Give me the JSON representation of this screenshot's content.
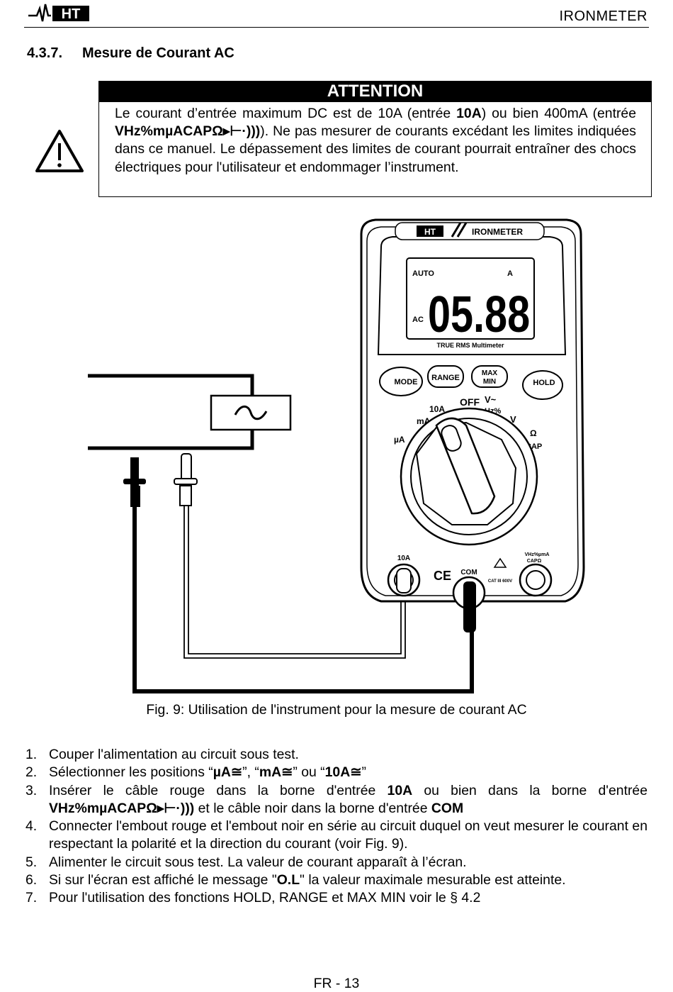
{
  "header": {
    "logo_text": "HT",
    "doc_title": "IRONMETER"
  },
  "section": {
    "number": "4.3.7.",
    "title": "Mesure de Courant AC"
  },
  "attention": {
    "title": "ATTENTION",
    "line1_a": "Le courant d’entrée maximum DC est de 10A (entrée ",
    "line1_b": "10A",
    "line1_c": ") ou bien 400mA",
    "line2_a": "(entrée ",
    "line2_b": "VHz%mµACAPΩ",
    "line2_c": "). Ne pas mesurer de courants excédant les limites indiquées dans ce manuel. Le dépassement des limites de courant pourrait entraîner des chocs électriques pour l'utilisateur et endommager l’instrument."
  },
  "figure": {
    "meter_brand": "IRONMETER",
    "logo_text": "HT",
    "display_auto": "AUTO",
    "display_ac": "AC",
    "display_unit": "A",
    "display_value": "05.88",
    "display_subtitle": "TRUE RMS Multimeter",
    "btn_mode": "MODE",
    "btn_range": "RANGE",
    "btn_maxmin_1": "MAX",
    "btn_maxmin_2": "MIN",
    "btn_hold": "HOLD",
    "dial_off": "OFF",
    "dial_10a": "10A",
    "dial_ma": "mA",
    "dial_ua": "µA",
    "dial_vac": "V~",
    "dial_hz": "Hz%",
    "dial_vdc": "V",
    "dial_ohm": "Ω",
    "dial_cap": "CAP",
    "jack_10a": "10A",
    "jack_com": "COM",
    "jack_v_1": "VHz%µmA",
    "jack_v_2": "CAPΩ",
    "cat_label": "CAT III 600V",
    "ce_mark": "CE",
    "caption": "Fig. 9: Utilisation de l'instrument pour la mesure de courant AC"
  },
  "steps": [
    {
      "num": "1.",
      "text": "Couper l'alimentation au circuit sous test."
    },
    {
      "num": "2.",
      "a": "Sélectionner les positions “",
      "b": "µA",
      "c": "”, “",
      "d": "mA",
      "e": "” ou “",
      "f": "10A",
      "g": "”"
    },
    {
      "num": "3.",
      "a": "Insérer le câble rouge dans la borne d'entrée ",
      "b": "10A",
      "c": " ou bien dans la borne d'entrée ",
      "d": "VHz%mµACAPΩ",
      "e": " et le câble noir dans la borne d'entrée ",
      "f": "COM"
    },
    {
      "num": "4.",
      "text": "Connecter l'embout rouge et l'embout noir en série au circuit duquel on veut mesurer le courant en respectant la polarité et la direction du courant (voir Fig. 9)."
    },
    {
      "num": "5.",
      "text": "Alimenter le circuit sous test. La valeur de courant apparaît à l’écran."
    },
    {
      "num": "6.",
      "a": "Si sur l'écran est affiché le message \"",
      "b": "O.L",
      "c": "\" la valeur maximale mesurable est atteinte."
    },
    {
      "num": "7.",
      "text": "Pour l'utilisation des fonctions HOLD, RANGE et MAX MIN voir le § 4.2"
    }
  ],
  "page_number": "FR - 13"
}
